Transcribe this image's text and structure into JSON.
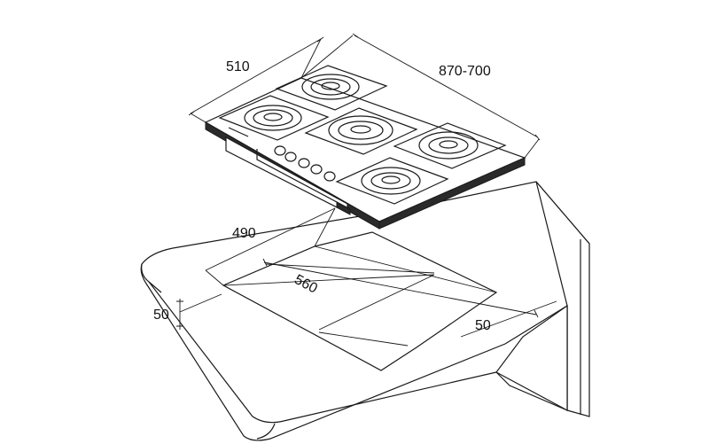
{
  "dimensions": {
    "hob_depth": "510",
    "hob_width": "870-700",
    "cutout_depth": "490",
    "cutout_width": "560",
    "front_clearance": "50",
    "back_clearance": "50"
  },
  "hob": {
    "burner_count": 5,
    "knob_count": 5
  }
}
